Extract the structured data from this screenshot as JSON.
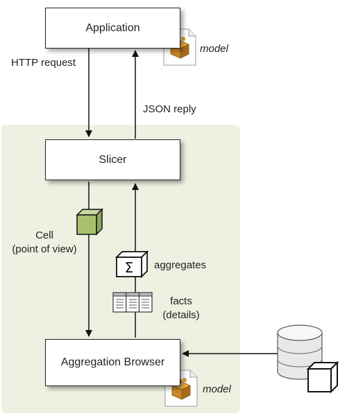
{
  "nodes": {
    "application": "Application",
    "slicer": "Slicer",
    "aggregation_browser": "Aggregation Browser"
  },
  "labels": {
    "http_request": "HTTP request",
    "json_reply": "JSON reply",
    "cell_line1": "Cell",
    "cell_line2": "(point of view)",
    "aggregates": "aggregates",
    "facts_line1": "facts",
    "facts_line2": "(details)",
    "model_top": "model",
    "model_bottom": "model"
  },
  "icons": {
    "model_icon": "package-document-icon",
    "cell_icon": "green-cube-icon",
    "aggregates_icon": "sigma-cube-icon",
    "facts_icon": "table-rows-icon",
    "database_icon": "database-cylinder-icon",
    "db_cube_icon": "white-cube-icon",
    "sigma_glyph": "Σ"
  },
  "colors": {
    "region_bg": "#eef1e2",
    "cell_cube": "#a8c170"
  }
}
